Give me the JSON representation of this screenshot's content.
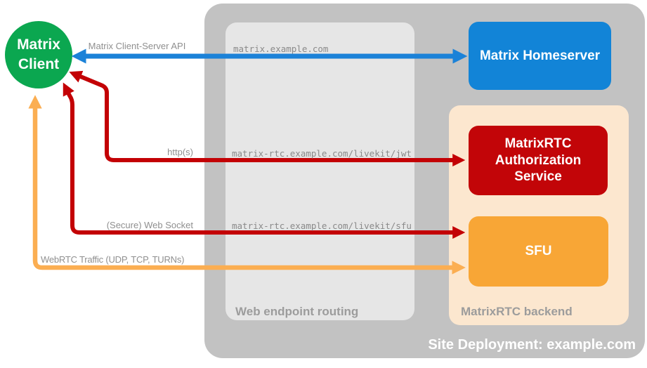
{
  "diagram": {
    "title": "Site Deployment: example.com",
    "nodes": {
      "client": {
        "lines": [
          "Matrix",
          "Client"
        ],
        "color": "#0ba750"
      },
      "homeserver": {
        "label": "Matrix Homeserver",
        "color": "#1284d7"
      },
      "auth": {
        "lines": [
          "MatrixRTC",
          "Authorization",
          "Service"
        ],
        "color": "#c20508"
      },
      "sfu": {
        "label": "SFU",
        "color": "#f8a636"
      }
    },
    "groups": {
      "site": {
        "label": "Site Deployment: example.com",
        "color": "#c2c2c2"
      },
      "routing": {
        "label": "Web endpoint routing",
        "color": "#e6e6e6",
        "endpoints": [
          "matrix.example.com",
          "matrix-rtc.example.com/livekit/jwt",
          "matrix-rtc.example.com/livekit/sfu"
        ]
      },
      "backend": {
        "label": "MatrixRTC backend",
        "color": "#fce7cf"
      }
    },
    "connections": [
      {
        "label": "Matrix Client-Server API",
        "from": "Matrix Client",
        "to": "Matrix Homeserver",
        "color": "#1b82d8",
        "bidirectional": true
      },
      {
        "label": "http(s)",
        "from": "Matrix Client",
        "to": "MatrixRTC Authorization Service",
        "color": "#c30105",
        "bidirectional": true
      },
      {
        "label": "(Secure) Web Socket",
        "from": "Matrix Client",
        "to": "SFU",
        "color": "#c30105",
        "bidirectional": true
      },
      {
        "label": "WebRTC Traffic (UDP, TCP, TURNs)",
        "from": "Matrix Client",
        "to": "SFU",
        "color": "#fbae52",
        "bidirectional": true
      }
    ]
  }
}
